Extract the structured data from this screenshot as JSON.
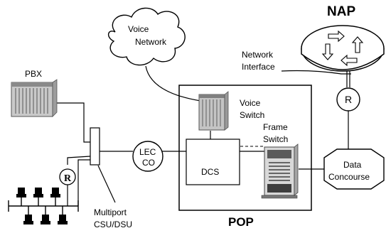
{
  "diagram": {
    "nap_label": "NAP",
    "pop_label": "POP",
    "voice_network": [
      "Voice",
      "Network"
    ],
    "network_interface": [
      "Network",
      "Interface"
    ],
    "pbx_label": "PBX",
    "voice_switch": [
      "Voice",
      "Switch"
    ],
    "frame_switch": [
      "Frame",
      "Switch"
    ],
    "lec_co": [
      "LEC",
      "CO"
    ],
    "dcs_label": "DCS",
    "data_concourse": [
      "Data",
      "Concourse"
    ],
    "router_label": "R",
    "small_router_label": "R",
    "multiport": [
      "Multiport",
      "CSU/DSU"
    ]
  }
}
